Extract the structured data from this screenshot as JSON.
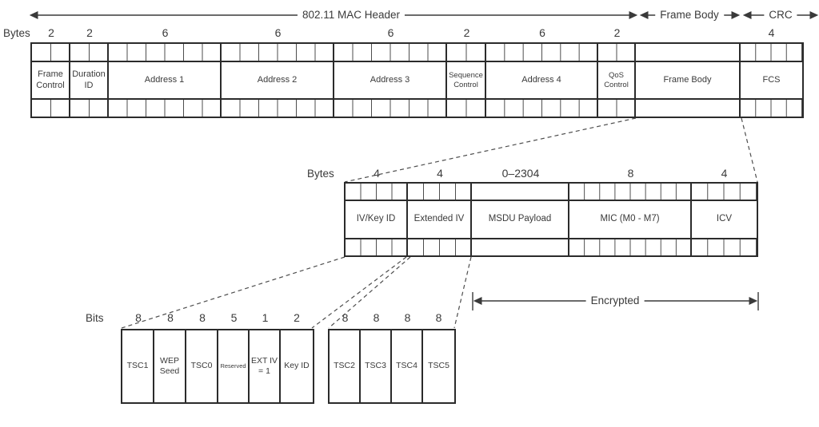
{
  "spans": {
    "mac_header": "802.11 MAC Header",
    "frame_body": "Frame Body",
    "crc": "CRC",
    "encrypted": "Encrypted"
  },
  "mac_table": {
    "unit": "Bytes",
    "fields": [
      {
        "label": "Frame Control",
        "size": "2"
      },
      {
        "label": "Duration ID",
        "size": "2"
      },
      {
        "label": "Address 1",
        "size": "6"
      },
      {
        "label": "Address 2",
        "size": "6"
      },
      {
        "label": "Address 3",
        "size": "6"
      },
      {
        "label": "Sequence Control",
        "size": "2"
      },
      {
        "label": "Address 4",
        "size": "6"
      },
      {
        "label": "QoS Control",
        "size": "2"
      },
      {
        "label": "Frame Body",
        "size": ""
      },
      {
        "label": "FCS",
        "size": "4"
      }
    ]
  },
  "expanded_table": {
    "unit": "Bytes",
    "fields": [
      {
        "label": "IV/Key ID",
        "size": "4"
      },
      {
        "label": "Extended IV",
        "size": "4"
      },
      {
        "label": "MSDU Payload",
        "size": "0–2304"
      },
      {
        "label": "MIC (M0 - M7)",
        "size": "8"
      },
      {
        "label": "ICV",
        "size": "4"
      }
    ]
  },
  "iv_bits_table": {
    "unit": "Bits",
    "fields": [
      {
        "label": "TSC1",
        "size": "8"
      },
      {
        "label": "WEP Seed",
        "size": "8"
      },
      {
        "label": "TSC0",
        "size": "8"
      },
      {
        "label": "Reserved",
        "size": "5"
      },
      {
        "label": "EXT IV = 1",
        "size": "1"
      },
      {
        "label": "Key ID",
        "size": "2"
      }
    ]
  },
  "ext_iv_bits_table": {
    "unit": "Bits",
    "fields": [
      {
        "label": "TSC2",
        "size": "8"
      },
      {
        "label": "TSC3",
        "size": "8"
      },
      {
        "label": "TSC4",
        "size": "8"
      },
      {
        "label": "TSC5",
        "size": "8"
      }
    ]
  }
}
